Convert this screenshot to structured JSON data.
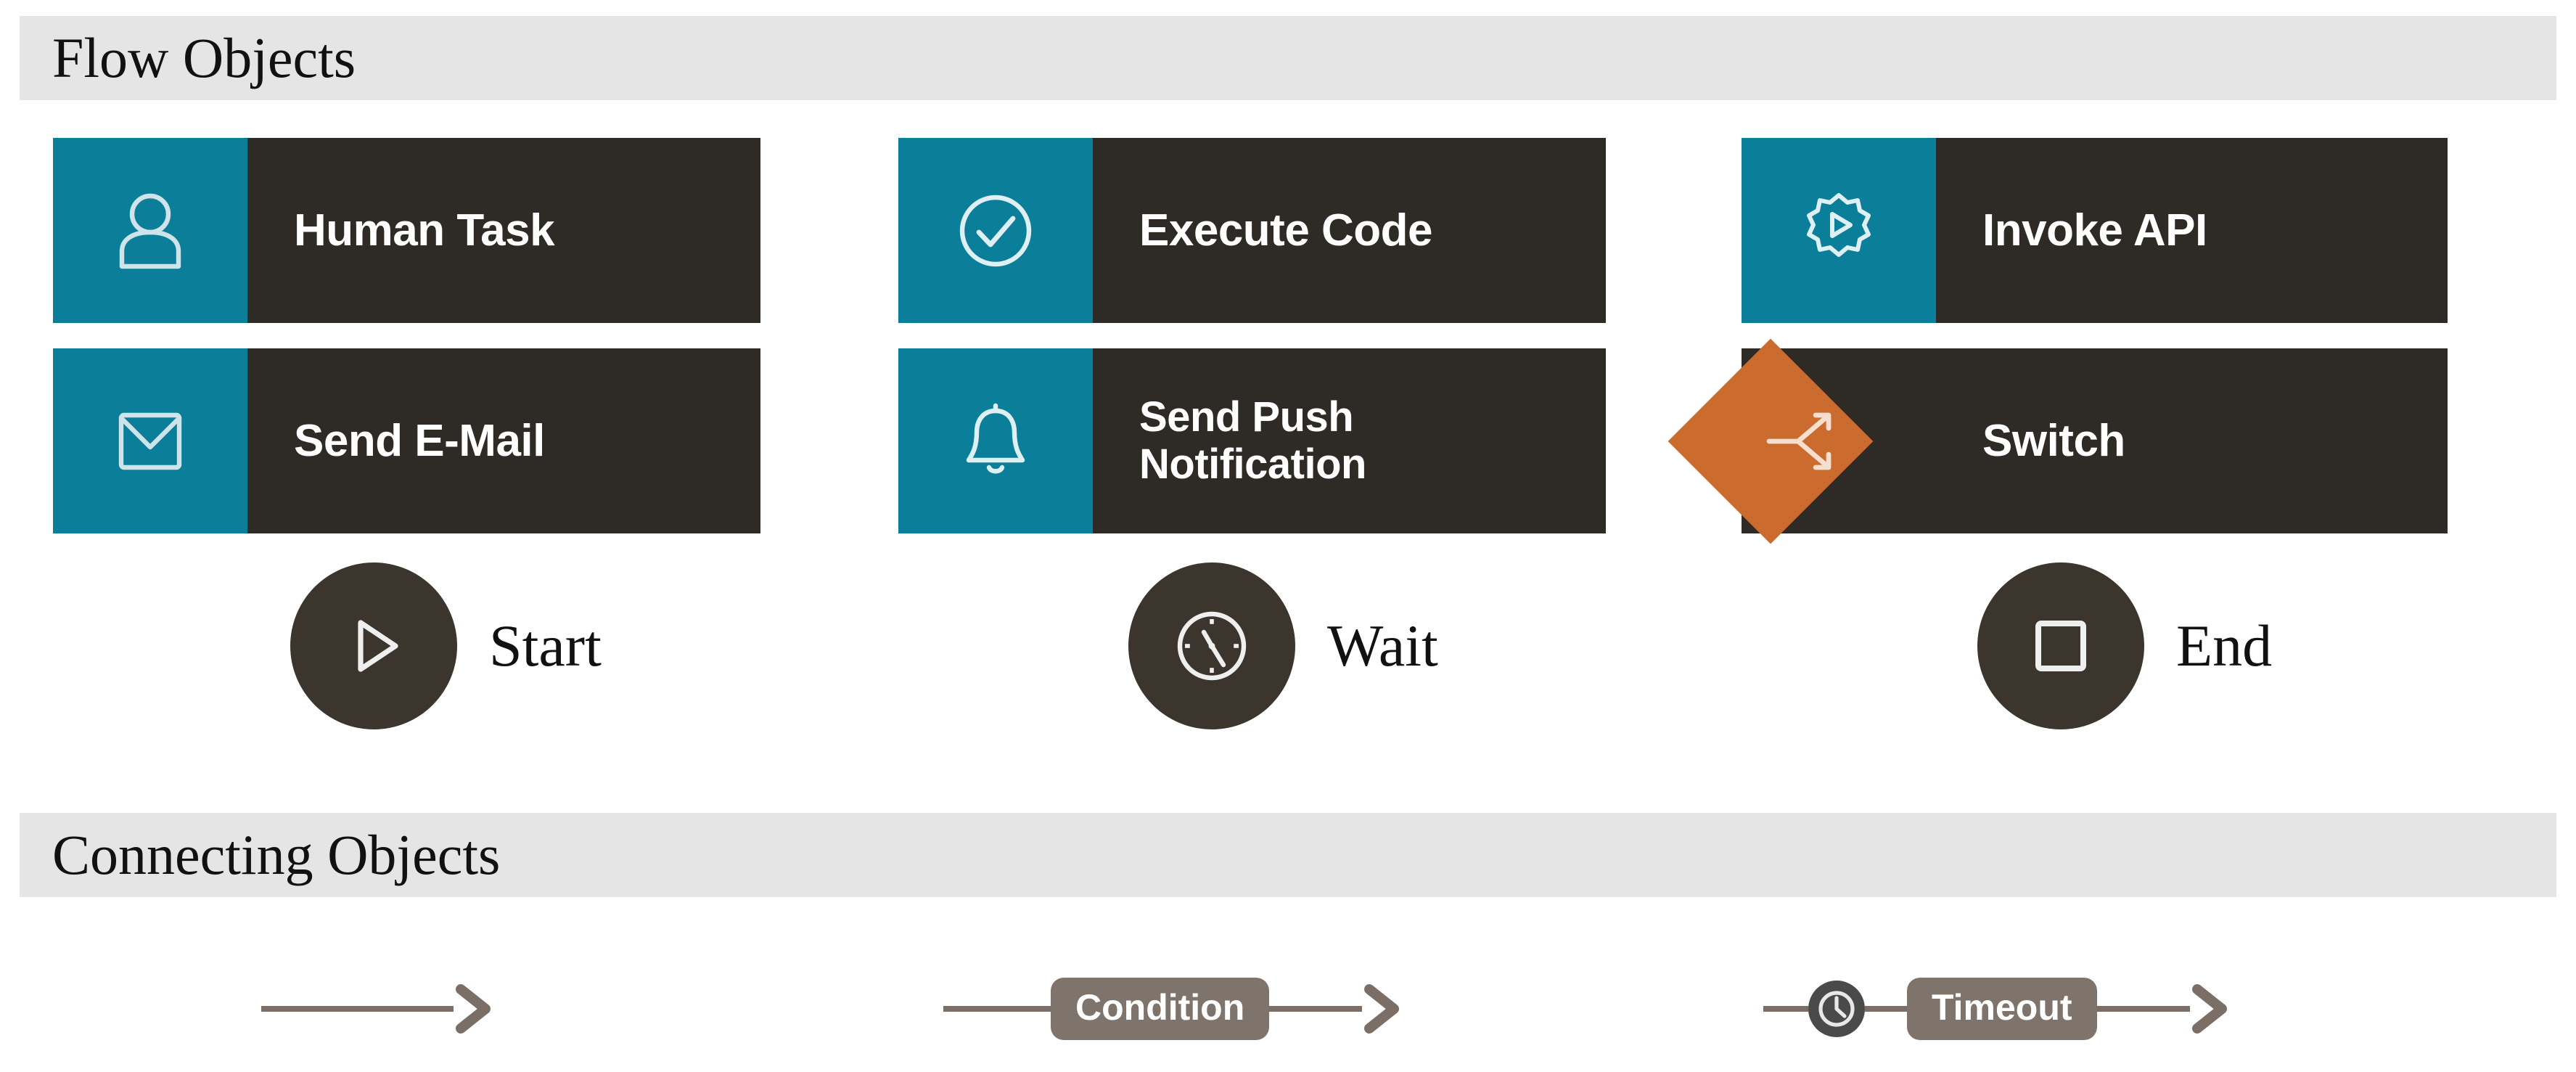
{
  "sections": [
    {
      "id": "flow-objects",
      "title": "Flow Objects"
    },
    {
      "id": "connecting-objects",
      "title": "Connecting Objects"
    }
  ],
  "colors": {
    "icon_pane_teal": "#0b7f99",
    "card_body_dark": "#2e2a26",
    "switch_diamond_orange": "#cb6b2e",
    "node_circle_dark": "#3b352e",
    "band_gray": "#e5e5e5",
    "connector_gray": "#7a6e66",
    "pill_gray": "#7f746c",
    "label_white": "#ffffff",
    "text_black": "#111111"
  },
  "flow_objects": {
    "cards": [
      {
        "label": "Human Task",
        "icon": "person-icon",
        "icon_pane": "teal"
      },
      {
        "label": "Execute Code",
        "icon": "check-circle-icon",
        "icon_pane": "teal"
      },
      {
        "label": "Invoke API",
        "icon": "gear-play-icon",
        "icon_pane": "teal"
      },
      {
        "label": "Send E-Mail",
        "icon": "envelope-icon",
        "icon_pane": "teal"
      },
      {
        "label": "Send Push\nNotification",
        "icon": "bell-icon",
        "icon_pane": "teal"
      },
      {
        "label": "Switch",
        "icon": "branch-arrows-icon",
        "icon_pane": "orange-diamond"
      }
    ],
    "nodes": [
      {
        "label": "Start",
        "icon": "play-triangle-icon"
      },
      {
        "label": "Wait",
        "icon": "clock-icon"
      },
      {
        "label": "End",
        "icon": "stop-square-icon"
      }
    ]
  },
  "connecting_objects": {
    "connectors": [
      {
        "label": "",
        "icon": "arrow-right-icon",
        "badge": ""
      },
      {
        "label": "Condition",
        "icon": "arrow-right-icon",
        "badge": ""
      },
      {
        "label": "Timeout",
        "icon": "arrow-right-icon",
        "badge": "timer-clock-icon"
      }
    ]
  }
}
